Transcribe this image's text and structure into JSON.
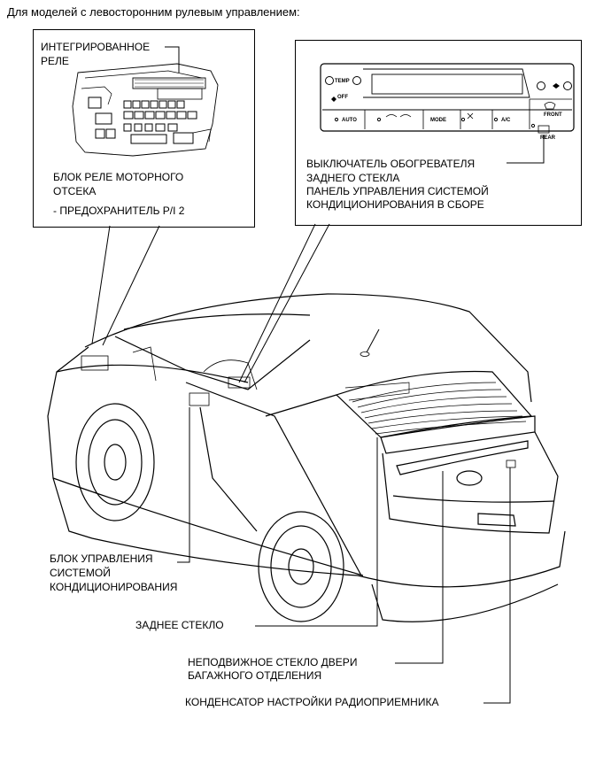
{
  "header": {
    "title": "Для моделей с левосторонним рулевым управлением:"
  },
  "left_box": {
    "integrated_relay_line1": "ИНТЕГРИРОВАННОЕ",
    "integrated_relay_line2": "РЕЛЕ",
    "relay_block_line1": "БЛОК РЕЛЕ МОТОРНОГО",
    "relay_block_line2": "ОТСЕКА",
    "fuse": "- ПРЕДОХРАНИТЕЛЬ P/I 2"
  },
  "right_box": {
    "panel_buttons": {
      "temp": "TEMP",
      "off": "OFF",
      "auto": "AUTO",
      "mode": "MODE",
      "ac": "A/C",
      "front": "FRONT",
      "rear": "REAR"
    },
    "defogger_line1": "ВЫКЛЮЧАТЕЛЬ ОБОГРЕВАТЕЛЯ",
    "defogger_line2": "ЗАДНЕГО СТЕКЛА",
    "panel_line1": "ПАНЕЛЬ УПРАВЛЕНИЯ СИСТЕМОЙ",
    "panel_line2": "КОНДИЦИОНИРОВАНИЯ В СБОРЕ"
  },
  "callouts": {
    "ac_unit_line1": "БЛОК УПРАВЛЕНИЯ",
    "ac_unit_line2": "СИСТЕМОЙ",
    "ac_unit_line3": "КОНДИЦИОНИРОВАНИЯ",
    "rear_glass": "ЗАДНЕЕ СТЕКЛО",
    "door_glass_line1": "НЕПОДВИЖНОЕ СТЕКЛО ДВЕРИ",
    "door_glass_line2": "БАГАЖНОГО ОТДЕЛЕНИЯ",
    "radio_capacitor": "КОНДЕНСАТОР НАСТРОЙКИ РАДИОПРИЕМНИКА"
  }
}
